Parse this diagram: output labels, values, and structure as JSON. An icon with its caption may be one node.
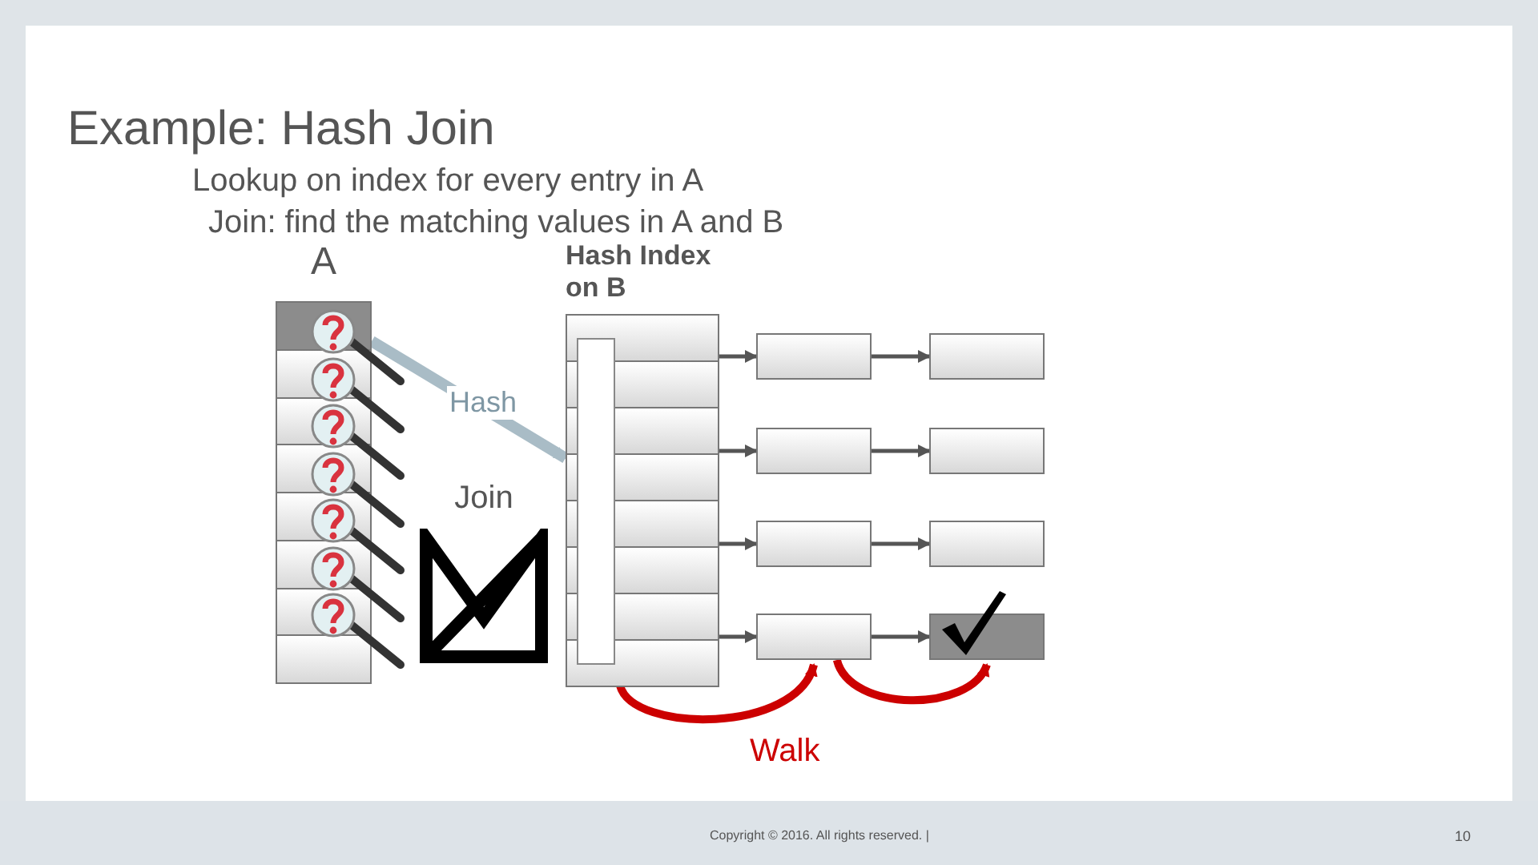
{
  "diagram": {
    "title": "Example: Hash Join",
    "nodes": [
      {
        "text": [
          "A"
        ]
      },
      {
        "text": [
          "Join"
        ]
      },
      {
        "text": [
          "Hash Index on B"
        ]
      },
      {
        "text": [],
        "shape": "box"
      },
      {
        "text": [],
        "shape": "box"
      },
      {
        "text": [],
        "shape": "box"
      },
      {
        "text": [],
        "shape": "box"
      },
      {
        "text": [],
        "shape": "box"
      },
      {
        "text": [],
        "shape": "box"
      },
      {
        "text": [],
        "shape": "box"
      },
      {
        "text": [],
        "shape": "box"
      }
    ],
    "edges": [
      {
        "from": 0,
        "to": 2,
        "arrow": "to",
        "label": "Hash",
        "style": "thick",
        "color": "#a9bcc6"
      },
      {
        "from": 2,
        "to": 3,
        "arrow": "to"
      },
      {
        "from": 3,
        "to": 4,
        "arrow": "to"
      },
      {
        "from": 2,
        "to": 5,
        "arrow": "to"
      },
      {
        "from": 5,
        "to": 6,
        "arrow": "to"
      },
      {
        "from": 2,
        "to": 7,
        "arrow": "to"
      },
      {
        "from": 7,
        "to": 8,
        "arrow": "to"
      },
      {
        "from": 2,
        "to": 9,
        "arrow": "to"
      },
      {
        "from": 9,
        "to": 10,
        "arrow": "to"
      },
      {
        "from": 2,
        "to": 9,
        "arrow": "to",
        "style": "thick",
        "color": "#cc0000"
      },
      {
        "from": 9,
        "to": 10,
        "arrow": "to",
        "style": "thick",
        "color": "#cc0000"
      }
    ],
    "labels": [
      "Lookup on index for every entry in A",
      "Join: find the matching values in A and B",
      "Walk",
      "Copyright © 2016. All rights reserved. |",
      "10"
    ]
  }
}
